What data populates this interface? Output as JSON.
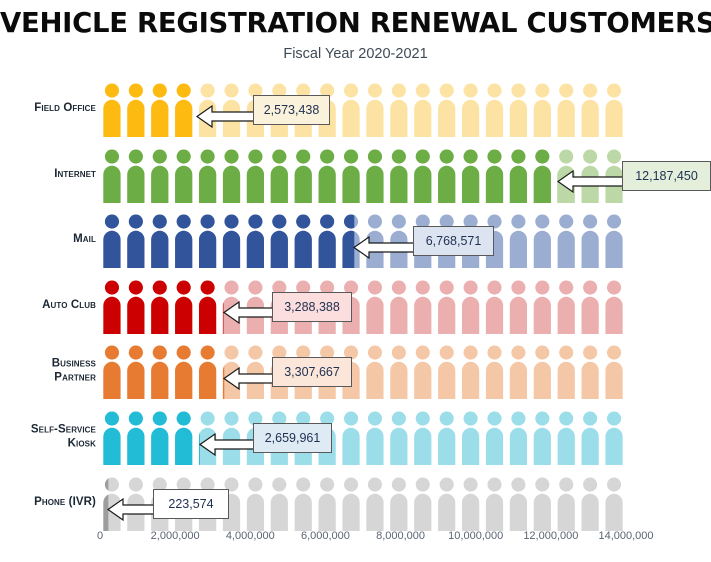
{
  "chart_data": {
    "type": "bar",
    "title": "VEHICLE REGISTRATION RENEWAL CUSTOMERS SERVED",
    "subtitle": "Fiscal Year 2020-2021",
    "xlabel": "",
    "ylabel": "",
    "xlim": [
      0,
      14000000
    ],
    "grid": false,
    "legend": "none",
    "style": "pictogram",
    "icons_per_row": 22,
    "icon_name": "person-icon",
    "categories": [
      "Field Office",
      "Internet",
      "Mail",
      "Auto Club",
      "Business Partner",
      "Self-Service Kiosk",
      "Phone (IVR)"
    ],
    "values": [
      2573438,
      12187450,
      6768571,
      3288388,
      3307667,
      2659961,
      223574
    ],
    "value_labels": [
      "2,573,438",
      "12,187,450",
      "6,768,571",
      "3,288,388",
      "3,307,667",
      "2,659,961",
      "223,574"
    ],
    "tick_labels": [
      "0",
      "2,000,000",
      "4,000,000",
      "6,000,000",
      "8,000,000",
      "10,000,000",
      "12,000,000",
      "14,000,000"
    ],
    "tick_values": [
      0,
      2000000,
      4000000,
      6000000,
      8000000,
      10000000,
      12000000,
      14000000
    ],
    "series_colors": [
      "#FDBB12",
      "#6CAD46",
      "#32549B",
      "#CC0000",
      "#E87B32",
      "#22BCD6",
      "#9D9D9D"
    ],
    "series_colors_faded": [
      "#FCE3A3",
      "#BDD8A7",
      "#9BAED2",
      "#EBAFAF",
      "#F4C7A6",
      "#9BDDE9",
      "#D6D6D6"
    ],
    "callout_fills": [
      "#FBF2DC",
      "#E3EEDB",
      "#DCE4F1",
      "#FBDEDD",
      "#FBE6D9",
      "#DEEAF4",
      "#FFFFFF"
    ]
  },
  "rows": [
    {
      "label_lines": [
        "Field Office"
      ],
      "value_label": "2,573,438",
      "value": 2573438,
      "color": "#FDBB12",
      "color_faded": "#FCE3A3",
      "callout_fill": "#FBF2DC"
    },
    {
      "label_lines": [
        "Internet"
      ],
      "value_label": "12,187,450",
      "value": 12187450,
      "color": "#6CAD46",
      "color_faded": "#BDD8A7",
      "callout_fill": "#E3EEDB"
    },
    {
      "label_lines": [
        "Mail"
      ],
      "value_label": "6,768,571",
      "value": 6768571,
      "color": "#32549B",
      "color_faded": "#9BAED2",
      "callout_fill": "#DCE4F1"
    },
    {
      "label_lines": [
        "Auto Club"
      ],
      "value_label": "3,288,388",
      "value": 3288388,
      "color": "#CC0000",
      "color_faded": "#EBAFAF",
      "callout_fill": "#FBDEDD"
    },
    {
      "label_lines": [
        "Business",
        "Partner"
      ],
      "value_label": "3,307,667",
      "value": 3307667,
      "color": "#E87B32",
      "color_faded": "#F4C7A6",
      "callout_fill": "#FBE6D9"
    },
    {
      "label_lines": [
        "Self-Service",
        "Kiosk"
      ],
      "value_label": "2,659,961",
      "value": 2659961,
      "color": "#22BCD6",
      "color_faded": "#9BDDE9",
      "callout_fill": "#DEEAF4"
    },
    {
      "label_lines": [
        "Phone (IVR)"
      ],
      "value_label": "223,574",
      "value": 223574,
      "color": "#9D9D9D",
      "color_faded": "#D6D6D6",
      "callout_fill": "#FFFFFF"
    }
  ]
}
